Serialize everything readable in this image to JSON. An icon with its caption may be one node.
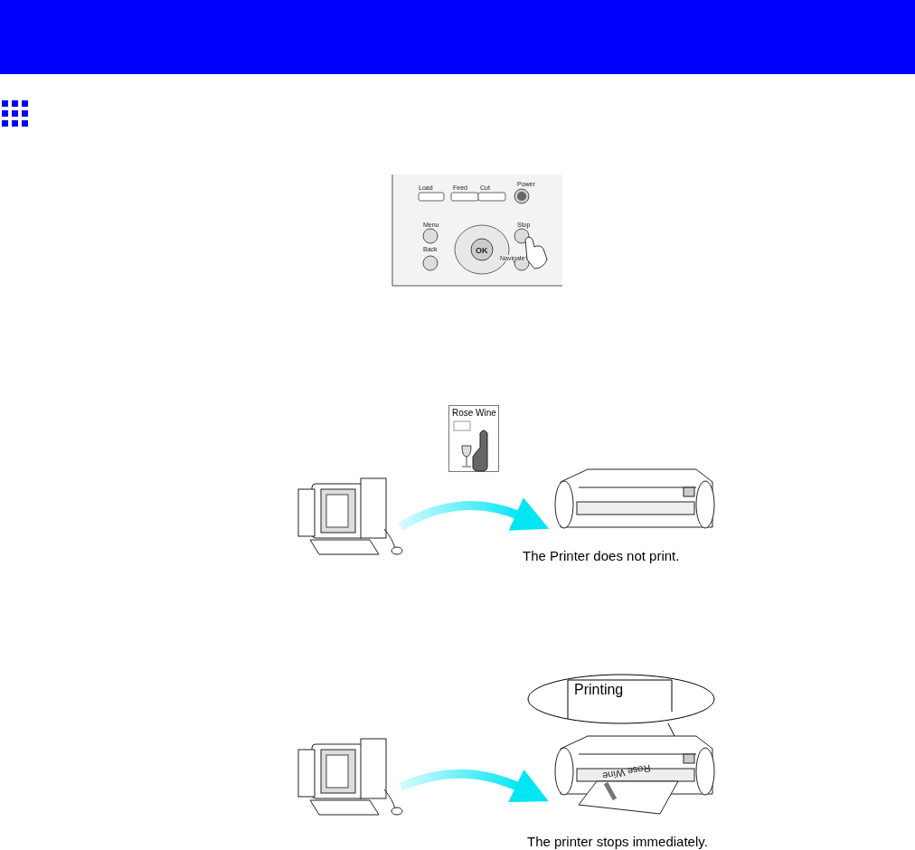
{
  "diagram": {
    "nodes": [
      {
        "text": [
          "Rose Wine"
        ]
      },
      {
        "text": [],
        "shape": "picture"
      },
      {
        "text": [],
        "shape": "picture",
        "beside": [
          "The Printer does not print."
        ]
      },
      {
        "text": [
          "Printing"
        ]
      },
      {
        "text": [],
        "shape": "picture"
      },
      {
        "text": [],
        "shape": "picture",
        "beside": [
          "The printer stops immediately."
        ]
      }
    ],
    "edges": [
      {
        "from": 1,
        "to": 2,
        "arrow": "to"
      },
      {
        "from": 4,
        "to": 5,
        "arrow": "to"
      },
      {
        "from": 3,
        "to": 5,
        "arrow": "none"
      }
    ],
    "labels": [
      "Load",
      "Feed",
      "Cut",
      "Power",
      "Menu",
      "Stop",
      "OK",
      "Back",
      "Navigate",
      "Rose Wine"
    ]
  }
}
